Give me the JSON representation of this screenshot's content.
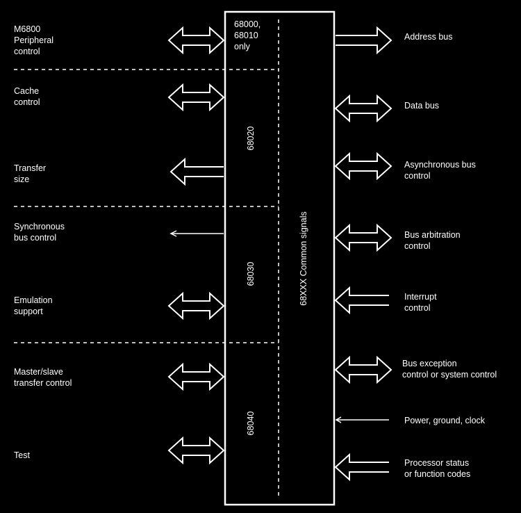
{
  "left_signals": [
    {
      "id": "m6800",
      "lines": [
        "M6800",
        "Peripheral",
        "control"
      ]
    },
    {
      "id": "cache",
      "lines": [
        "Cache",
        "control"
      ]
    },
    {
      "id": "transfer-size",
      "lines": [
        "Transfer",
        "size"
      ]
    },
    {
      "id": "sync-bus",
      "lines": [
        "Synchronous",
        "bus control"
      ]
    },
    {
      "id": "emulation",
      "lines": [
        "Emulation",
        "support"
      ]
    },
    {
      "id": "master-slave",
      "lines": [
        "Master/slave",
        "transfer control"
      ]
    },
    {
      "id": "test",
      "lines": [
        "Test"
      ]
    }
  ],
  "right_signals": [
    {
      "id": "address-bus",
      "lines": [
        "Address bus"
      ]
    },
    {
      "id": "data-bus",
      "lines": [
        "Data bus"
      ]
    },
    {
      "id": "async-bus",
      "lines": [
        "Asynchronous bus",
        "control"
      ]
    },
    {
      "id": "bus-arbitration",
      "lines": [
        "Bus arbitration",
        "control"
      ]
    },
    {
      "id": "interrupt",
      "lines": [
        "Interrupt",
        "control"
      ]
    },
    {
      "id": "bus-exception",
      "lines": [
        "Bus exception",
        "control or system control"
      ]
    },
    {
      "id": "power",
      "lines": [
        "Power, ground, clock"
      ]
    },
    {
      "id": "processor-status",
      "lines": [
        "Processor status",
        "or function codes"
      ]
    }
  ],
  "block_sections": {
    "s68000": [
      "68000,",
      "68010",
      "only"
    ],
    "s68020": "68020",
    "s68030": "68030",
    "s68040": "68040",
    "common": "68XXX Common signals"
  },
  "colors": {
    "background": "#000000",
    "foreground": "#ffffff"
  }
}
